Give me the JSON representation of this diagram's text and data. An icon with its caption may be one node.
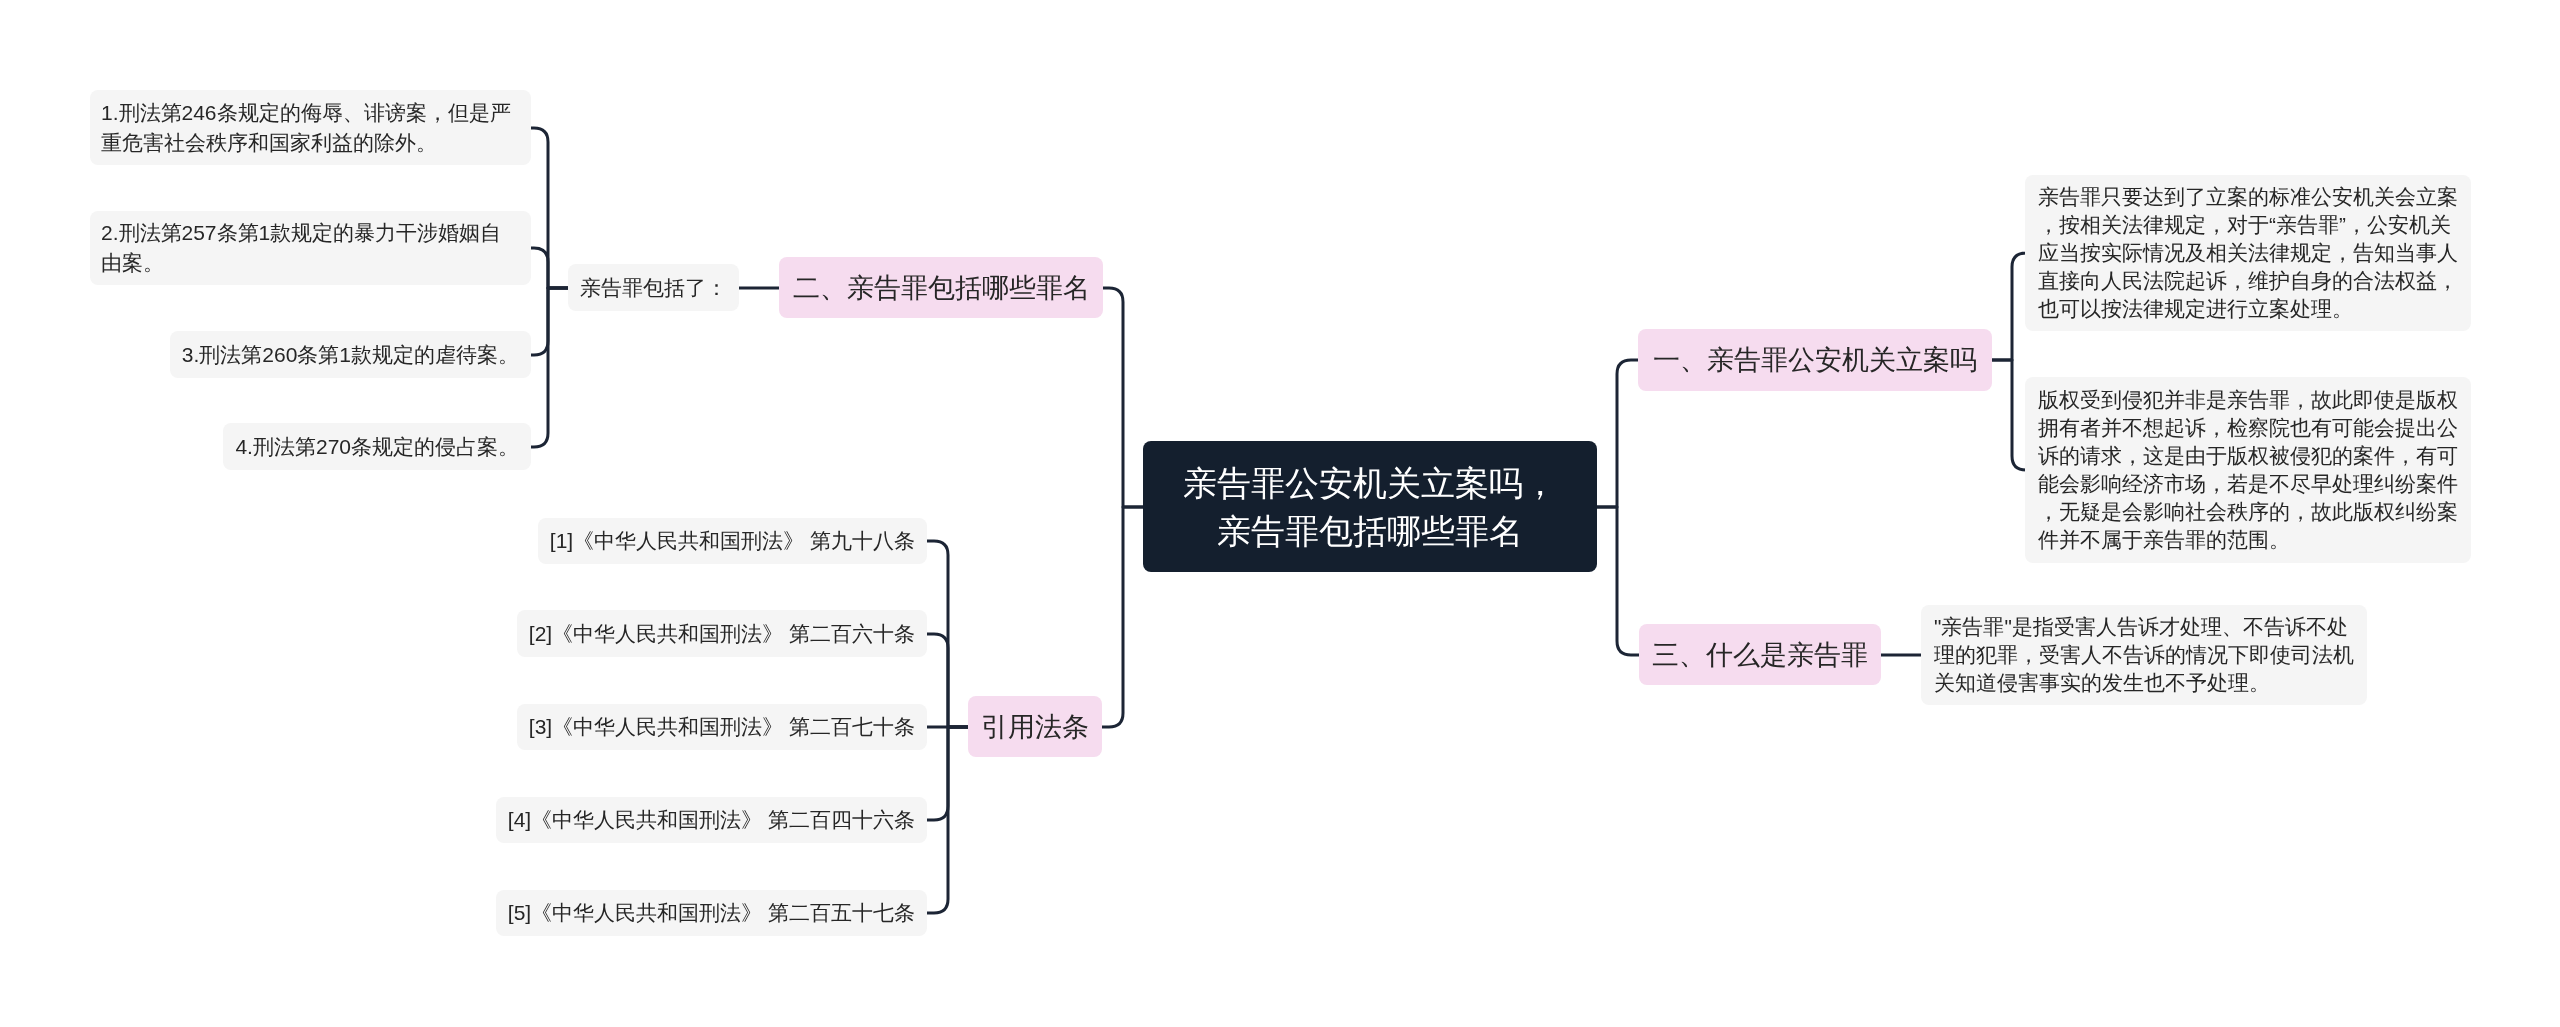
{
  "diagram": {
    "nodes": [
      {
        "text": [
          "亲告罪公安机关立案吗，亲告罪包括哪些罪名"
        ]
      },
      {
        "text": [
          "一、亲告罪公安机关立案吗"
        ]
      },
      {
        "text": [
          "亲告罪只要达到了立案的标准公安机关会立案，按相关法律规定，对于“亲告罪”，公安机关应当按实际情况及相关法律规定，告知当事人直接向人民法院起诉，维护自身的合法权益，也可以按法律规定进行立案处理。"
        ]
      },
      {
        "text": [
          "版权受到侵犯并非是亲告罪，故此即使是版权拥有者并不想起诉，检察院也有可能会提出公诉的请求，这是由于版权被侵犯的案件，有可能会影响经济市场，若是不尽早处理纠纷案件，无疑是会影响社会秩序的，故此版权纠纷案件并不属于亲告罪的范围。"
        ]
      },
      {
        "text": [
          "三、什么是亲告罪"
        ]
      },
      {
        "text": [
          "\"亲告罪\"是指受害人告诉才处理、不告诉不处理的犯罪，受害人不告诉的情况下即使司法机关知道侵害事实的发生也不予处理。"
        ]
      },
      {
        "text": [
          "二、亲告罪包括哪些罪名"
        ]
      },
      {
        "text": [
          "亲告罪包括了："
        ]
      },
      {
        "text": [
          "1.刑法第246条规定的侮辱、诽谤案，但是严重危害社会秩序和国家利益的除外。"
        ]
      },
      {
        "text": [
          "2.刑法第257条第1款规定的暴力干涉婚姻自由案。"
        ]
      },
      {
        "text": [
          "3.刑法第260条第1款规定的虐待案。"
        ]
      },
      {
        "text": [
          "4.刑法第270条规定的侵占案。"
        ]
      },
      {
        "text": [
          "引用法条"
        ]
      },
      {
        "text": [
          "[1]《中华人民共和国刑法》 第九十八条"
        ]
      },
      {
        "text": [
          "[2]《中华人民共和国刑法》 第二百六十条"
        ]
      },
      {
        "text": [
          "[3]《中华人民共和国刑法》 第二百七十条"
        ]
      },
      {
        "text": [
          "[4]《中华人民共和国刑法》 第二百四十六条"
        ]
      },
      {
        "text": [
          "[5]《中华人民共和国刑法》 第二百五十七条"
        ]
      }
    ],
    "edges": [
      {
        "from": 0,
        "to": 1,
        "arrow": "none"
      },
      {
        "from": 1,
        "to": 2,
        "arrow": "none"
      },
      {
        "from": 1,
        "to": 3,
        "arrow": "none"
      },
      {
        "from": 0,
        "to": 4,
        "arrow": "none"
      },
      {
        "from": 4,
        "to": 5,
        "arrow": "none"
      },
      {
        "from": 0,
        "to": 6,
        "arrow": "none"
      },
      {
        "from": 6,
        "to": 7,
        "arrow": "none"
      },
      {
        "from": 7,
        "to": 8,
        "arrow": "none"
      },
      {
        "from": 7,
        "to": 9,
        "arrow": "none"
      },
      {
        "from": 7,
        "to": 10,
        "arrow": "none"
      },
      {
        "from": 7,
        "to": 11,
        "arrow": "none"
      },
      {
        "from": 0,
        "to": 12,
        "arrow": "none"
      },
      {
        "from": 12,
        "to": 13,
        "arrow": "none"
      },
      {
        "from": 12,
        "to": 14,
        "arrow": "none"
      },
      {
        "from": 12,
        "to": 15,
        "arrow": "none"
      },
      {
        "from": 12,
        "to": 16,
        "arrow": "none"
      },
      {
        "from": 12,
        "to": 17,
        "arrow": "none"
      }
    ]
  }
}
